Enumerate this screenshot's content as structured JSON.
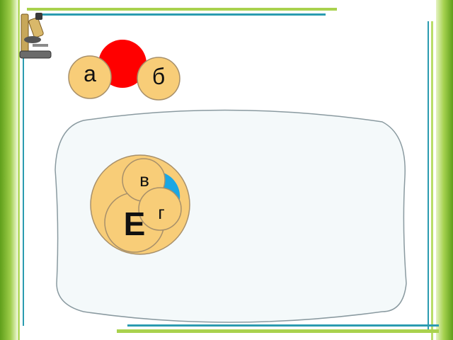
{
  "colors": {
    "frame_green_dark": "#6aa51f",
    "frame_green_light": "#c6e07a",
    "frame_teal": "#2b9bb0",
    "red_circle": "#ff0000",
    "circle_fill": "#f8cd78",
    "circle_stroke": "#a8906a",
    "cyan_part": "#1aa7e4",
    "panel_fill": "#f4f9fa",
    "panel_stroke": "#8a9aa0"
  },
  "icons": {
    "corner": "microscope-icon"
  },
  "top_group": {
    "label_left": "а",
    "label_right": "б"
  },
  "cell": {
    "label_top": "в",
    "label_right": "г",
    "label_big": "Е"
  }
}
